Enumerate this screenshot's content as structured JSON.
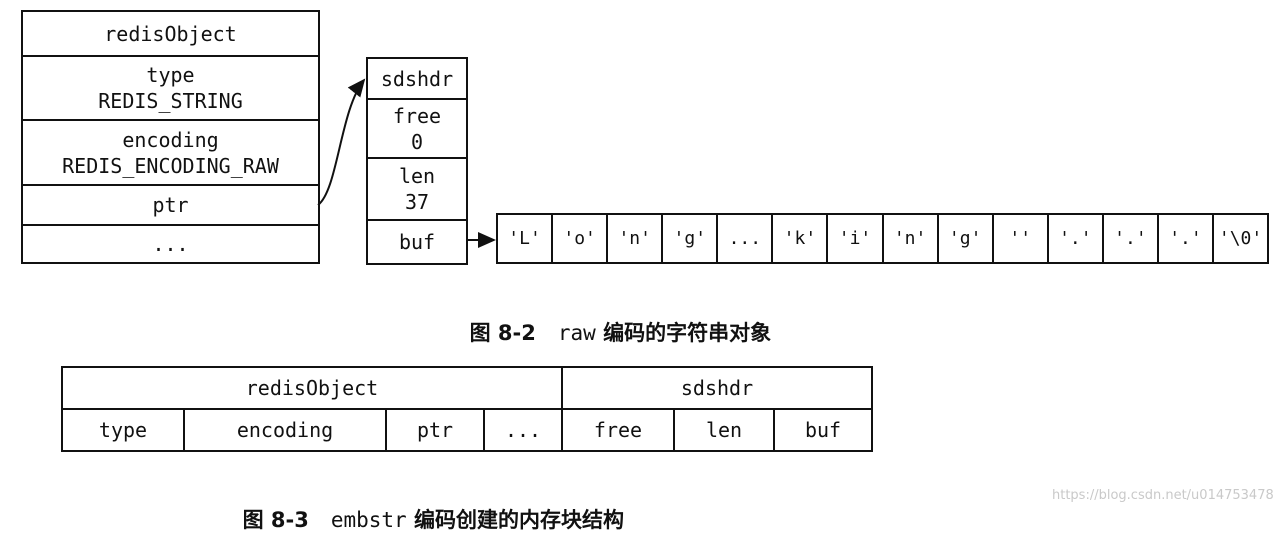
{
  "fig82": {
    "redis_object": {
      "title": "redisObject",
      "type_label": "type",
      "type_value": "REDIS_STRING",
      "encoding_label": "encoding",
      "encoding_value": "REDIS_ENCODING_RAW",
      "ptr_label": "ptr",
      "more_label": "..."
    },
    "sdshdr": {
      "title": "sdshdr",
      "free_label": "free",
      "free_value": "0",
      "len_label": "len",
      "len_value": "37",
      "buf_label": "buf"
    },
    "buffer_chars": [
      "'L'",
      "'o'",
      "'n'",
      "'g'",
      "...",
      "'k'",
      "'i'",
      "'n'",
      "'g'",
      "''",
      "'.'",
      "'.'",
      "'.'",
      "'\\0'"
    ],
    "caption_number": "图 8-2",
    "caption_code": "raw",
    "caption_text": "编码的字符串对象"
  },
  "fig83": {
    "redis_object_title": "redisObject",
    "sdshdr_title": "sdshdr",
    "fields": [
      "type",
      "encoding",
      "ptr",
      "...",
      "free",
      "len",
      "buf"
    ],
    "caption_number": "图 8-3",
    "caption_code": "embstr",
    "caption_text": "编码创建的内存块结构"
  },
  "watermark": "https://blog.csdn.net/u014753478"
}
